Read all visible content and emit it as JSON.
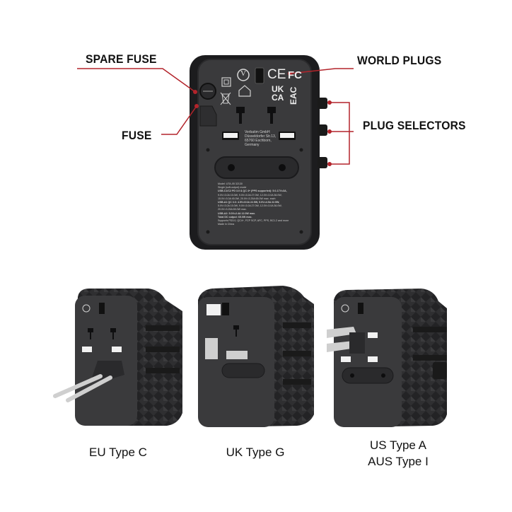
{
  "callouts": {
    "spare_fuse": "SPARE FUSE",
    "fuse": "FUSE",
    "world_plugs": "WORLD PLUGS",
    "plug_selectors": "PLUG SELECTORS"
  },
  "device_marks": {
    "brand_logo": "V",
    "ce": "CE",
    "fc": "FC",
    "ukca_top": "UK",
    "ukca_bottom": "CA",
    "eac": "EAC"
  },
  "label_text": {
    "company": [
      "Verbatim GmbH",
      "Düsseldorfer Str.13,",
      "65760 Eschborn,",
      "Germany"
    ],
    "spec_lines": [
      "Model: UTA-05 32130",
      "Single (soft-output) mode",
      "USB-C1/C2 PD 3.0 & QC 4+ (PPS supported): 5.0-17V=3A,",
      "9.0V=3.0A 15.0W, 9.0V=3.0A 27.0W, 12.0V=3.0A 36.0W,",
      "15.0V=3.0A 45.0W, 20.0V=3.25A 65.0W max. each",
      "USB-A1 QC 3.0: 4.5V=5.0A 22.5W, 5.0V=4.5A 22.5W,",
      "5.0V=3.0A 15.0W, 9.0V=3.0A 27.0W, 12.0V=3.0A 36.0W,",
      "20.0V=3.25A 65.0W max.",
      "USB-A2: 5.0V=2.4A 12.0W max.",
      "Total DC output: 65.0W max.",
      "Supports PD3.0, QC4+, FCP SCP, AFC, PPS, BC1.2 and more",
      "Made in China"
    ]
  },
  "captions": {
    "eu": "EU Type C",
    "uk": "UK Type G",
    "us_line1": "US Type A",
    "us_line2": "AUS Type I"
  },
  "colors": {
    "callout_line": "#b3242b",
    "device_body": "#2b2b2d",
    "device_face": "#3a3a3c",
    "grip": "#1c1c1e",
    "label_text": "#111111",
    "usb_port": "#f2f2f2"
  }
}
